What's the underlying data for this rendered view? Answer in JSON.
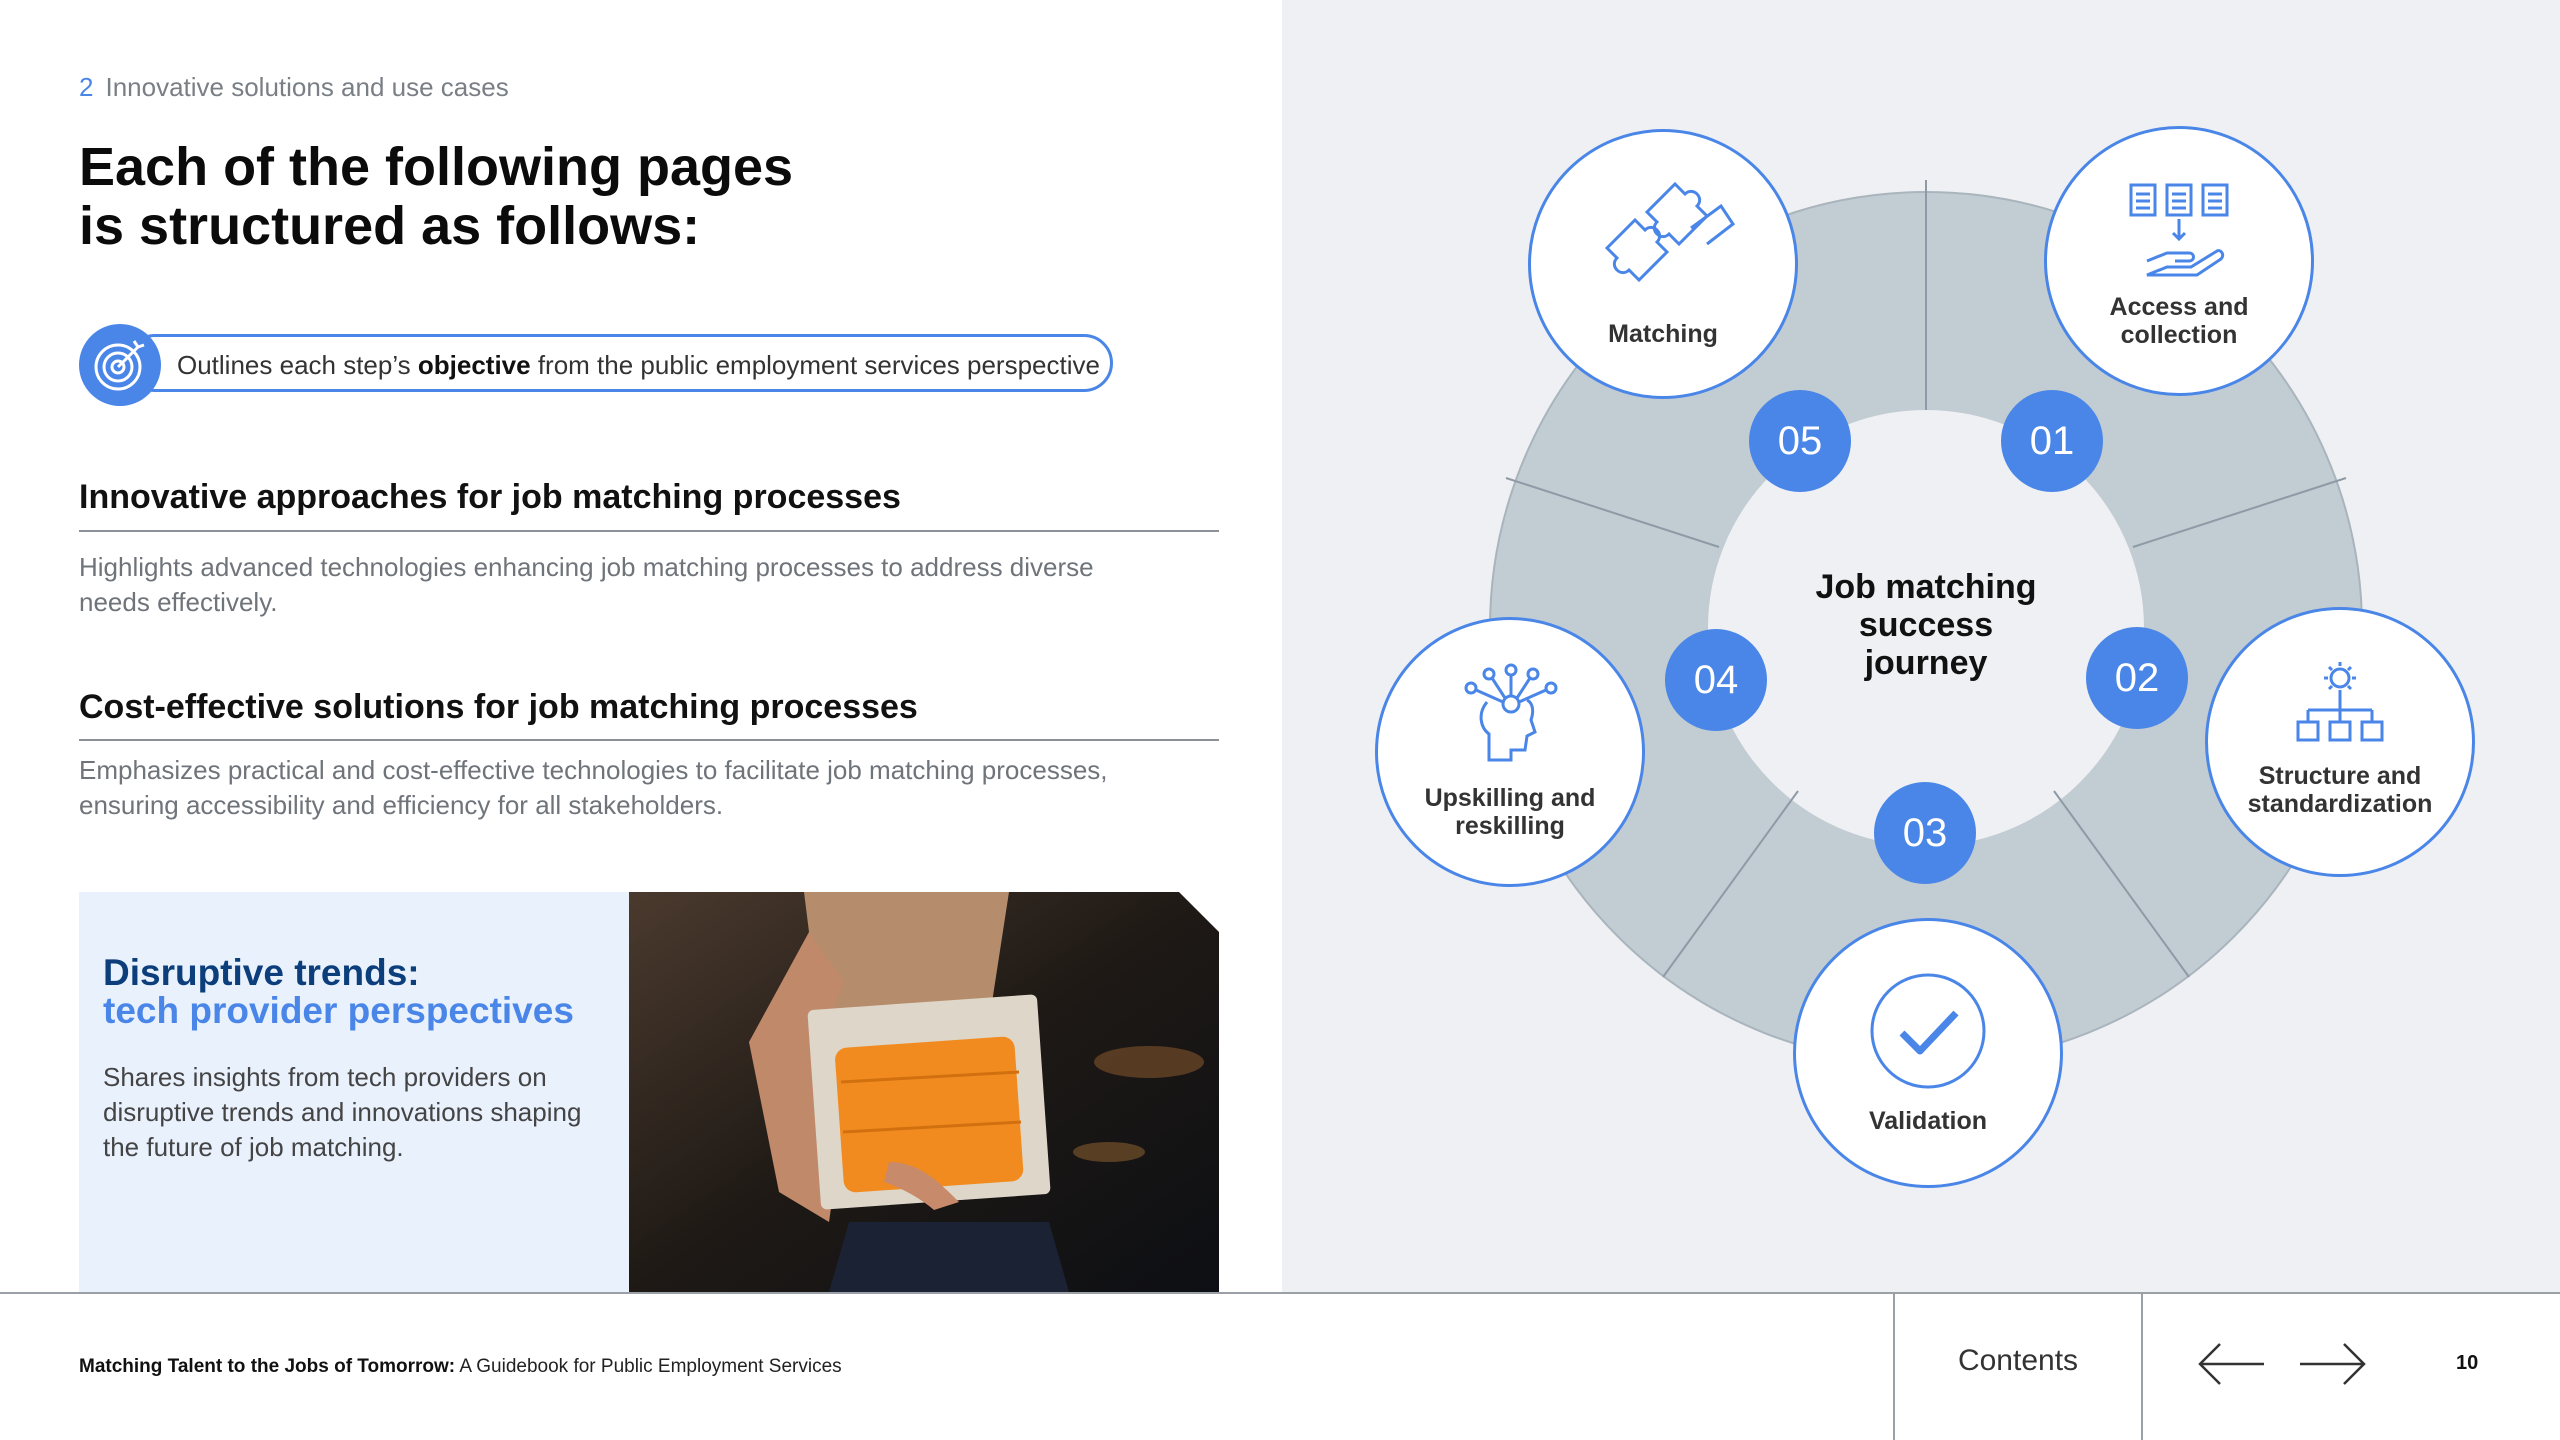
{
  "header": {
    "section_number": "2",
    "section_name": "Innovative solutions and use cases"
  },
  "title": {
    "line1": "Each of the following pages",
    "line2": "is structured as follows:"
  },
  "objective": {
    "icon": "target-icon",
    "text_before": "Outlines each step’s ",
    "text_bold": "objective",
    "text_after": " from the public employment services perspective"
  },
  "sections": [
    {
      "heading": "Innovative approaches for job matching processes",
      "body": "Highlights advanced technologies enhancing job matching processes to address diverse needs effectively."
    },
    {
      "heading": "Cost-effective solutions for job matching processes",
      "body": "Emphasizes practical and cost-effective technologies to facilitate job matching processes, ensuring accessibility and efficiency for all stakeholders."
    }
  ],
  "card": {
    "title_line1": "Disruptive trends:",
    "title_line2": "tech provider perspectives",
    "body": "Shares insights from tech providers on disruptive trends and innovations shaping the future of job matching."
  },
  "diagram": {
    "center_line1": "Job matching",
    "center_line2": "success",
    "center_line3": "journey",
    "steps": [
      {
        "number": "01",
        "label_line1": "Access and",
        "label_line2": "collection",
        "icon": "documents-hand-icon"
      },
      {
        "number": "02",
        "label_line1": "Structure and",
        "label_line2": "standardization",
        "icon": "gear-hierarchy-icon"
      },
      {
        "number": "03",
        "label_line1": "Validation",
        "label_line2": "",
        "icon": "checkmark-circle-icon"
      },
      {
        "number": "04",
        "label_line1": "Upskilling and",
        "label_line2": "reskilling",
        "icon": "head-network-icon"
      },
      {
        "number": "05",
        "label_line1": "Matching",
        "label_line2": "",
        "icon": "puzzle-icon"
      }
    ],
    "colors": {
      "accent": "#4a86e8",
      "ring": "#c2ccd3",
      "background": "#eef0f3"
    }
  },
  "footer": {
    "title_bold": "Matching Talent to the Jobs of Tomorrow:",
    "title_rest": " A Guidebook for Public Employment Services",
    "contents_label": "Contents",
    "page_number": "10"
  }
}
